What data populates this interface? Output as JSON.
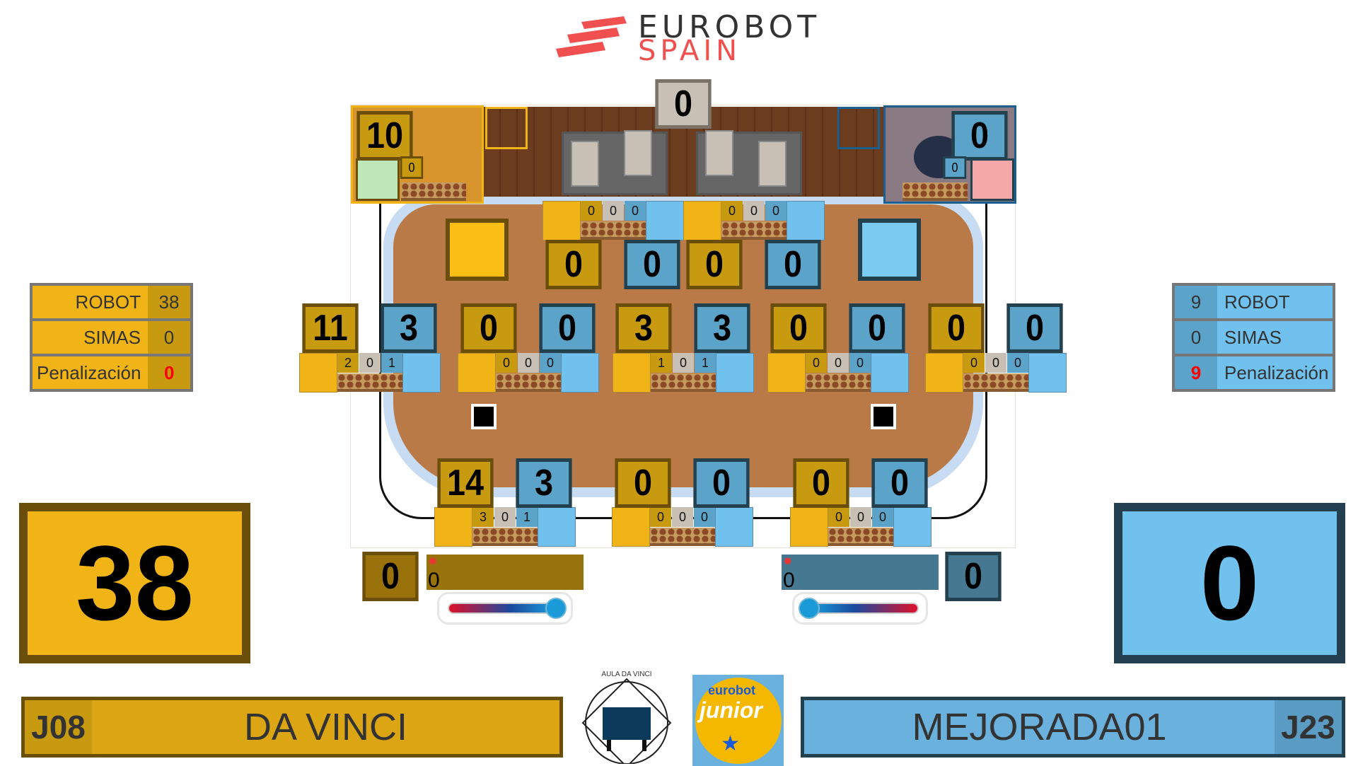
{
  "header": {
    "logo_line1": "EUROBOT",
    "logo_line2": "SPAIN"
  },
  "board": {
    "top_center_score": "0",
    "yellow_nest": {
      "score": "10",
      "small": "0"
    },
    "blue_nest": {
      "score": "0",
      "small": "0"
    },
    "top_row": [
      {
        "yellow": "0",
        "blue": "0",
        "counters": [
          "0",
          "0",
          "0"
        ]
      },
      {
        "yellow": "0",
        "blue": "0",
        "counters": [
          "0",
          "0",
          "0"
        ]
      }
    ],
    "middle_row": [
      {
        "yellow": "11",
        "blue": "3",
        "counters": [
          "2",
          "0",
          "1"
        ]
      },
      {
        "yellow": "0",
        "blue": "0",
        "counters": [
          "0",
          "0",
          "0"
        ]
      },
      {
        "yellow": "3",
        "blue": "3",
        "counters": [
          "1",
          "0",
          "1"
        ]
      },
      {
        "yellow": "0",
        "blue": "0",
        "counters": [
          "0",
          "0",
          "0"
        ]
      },
      {
        "yellow": "0",
        "blue": "0",
        "counters": [
          "0",
          "0",
          "0"
        ]
      }
    ],
    "bottom_row": [
      {
        "yellow": "14",
        "blue": "3",
        "counters": [
          "3",
          "0",
          "1"
        ]
      },
      {
        "yellow": "0",
        "blue": "0",
        "counters": [
          "0",
          "0",
          "0"
        ]
      },
      {
        "yellow": "0",
        "blue": "0",
        "counters": [
          "0",
          "0",
          "0"
        ]
      }
    ]
  },
  "yellow": {
    "breakdown": [
      {
        "label": "ROBOT",
        "value": "38"
      },
      {
        "label": "SIMAS",
        "value": "0"
      },
      {
        "label": "Penalización",
        "value": "0"
      }
    ],
    "total": "38",
    "bottom_tile": "0",
    "bar_value": "0",
    "thermometer_fraction": 0,
    "team_code": "J08",
    "team_name": "DA VINCI",
    "color": "#f0b416"
  },
  "blue": {
    "breakdown": [
      {
        "label": "ROBOT",
        "value": "9"
      },
      {
        "label": "SIMAS",
        "value": "0"
      },
      {
        "label": "Penalización",
        "value": "9"
      }
    ],
    "total": "0",
    "bottom_tile": "0",
    "bar_value": "0",
    "thermometer_fraction": 0,
    "team_code": "J23",
    "team_name": "MEJORADA01",
    "color": "#70c1ee"
  },
  "sponsors": {
    "aula_logo": "AULA DA VINCI",
    "junior_logo_line1": "eurobot",
    "junior_logo_line2": "junior"
  }
}
